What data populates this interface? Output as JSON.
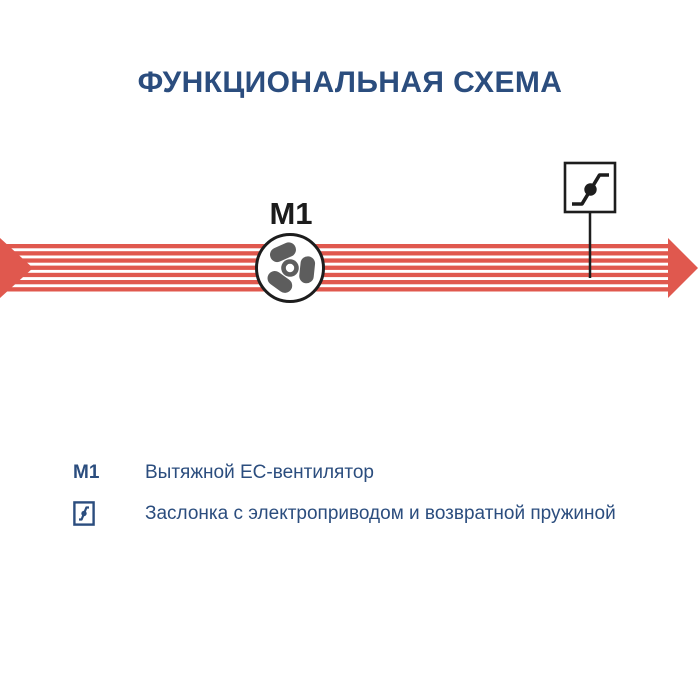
{
  "page": {
    "title": "ФУНКЦИОНАЛЬНАЯ СХЕМА"
  },
  "colors": {
    "title_blue": "#2b4d7e",
    "duct_red": "#e0584e",
    "symbol_black": "#1d1d1d",
    "fan_blade_gray": "#5d5d5d",
    "background": "#ffffff"
  },
  "diagram": {
    "fan_label": "M1",
    "duct_line_count": 7,
    "flow_direction": "left-to-right",
    "symbols": [
      {
        "name": "exhaust-ec-fan",
        "label": "M1"
      },
      {
        "name": "damper-with-actuator"
      }
    ]
  },
  "legend": {
    "items": [
      {
        "key": "M1",
        "description": "Вытяжной EC-вентилятор"
      },
      {
        "key": "damper-icon",
        "description": "Заслонка с электроприводом и возвратной пружиной"
      }
    ]
  }
}
